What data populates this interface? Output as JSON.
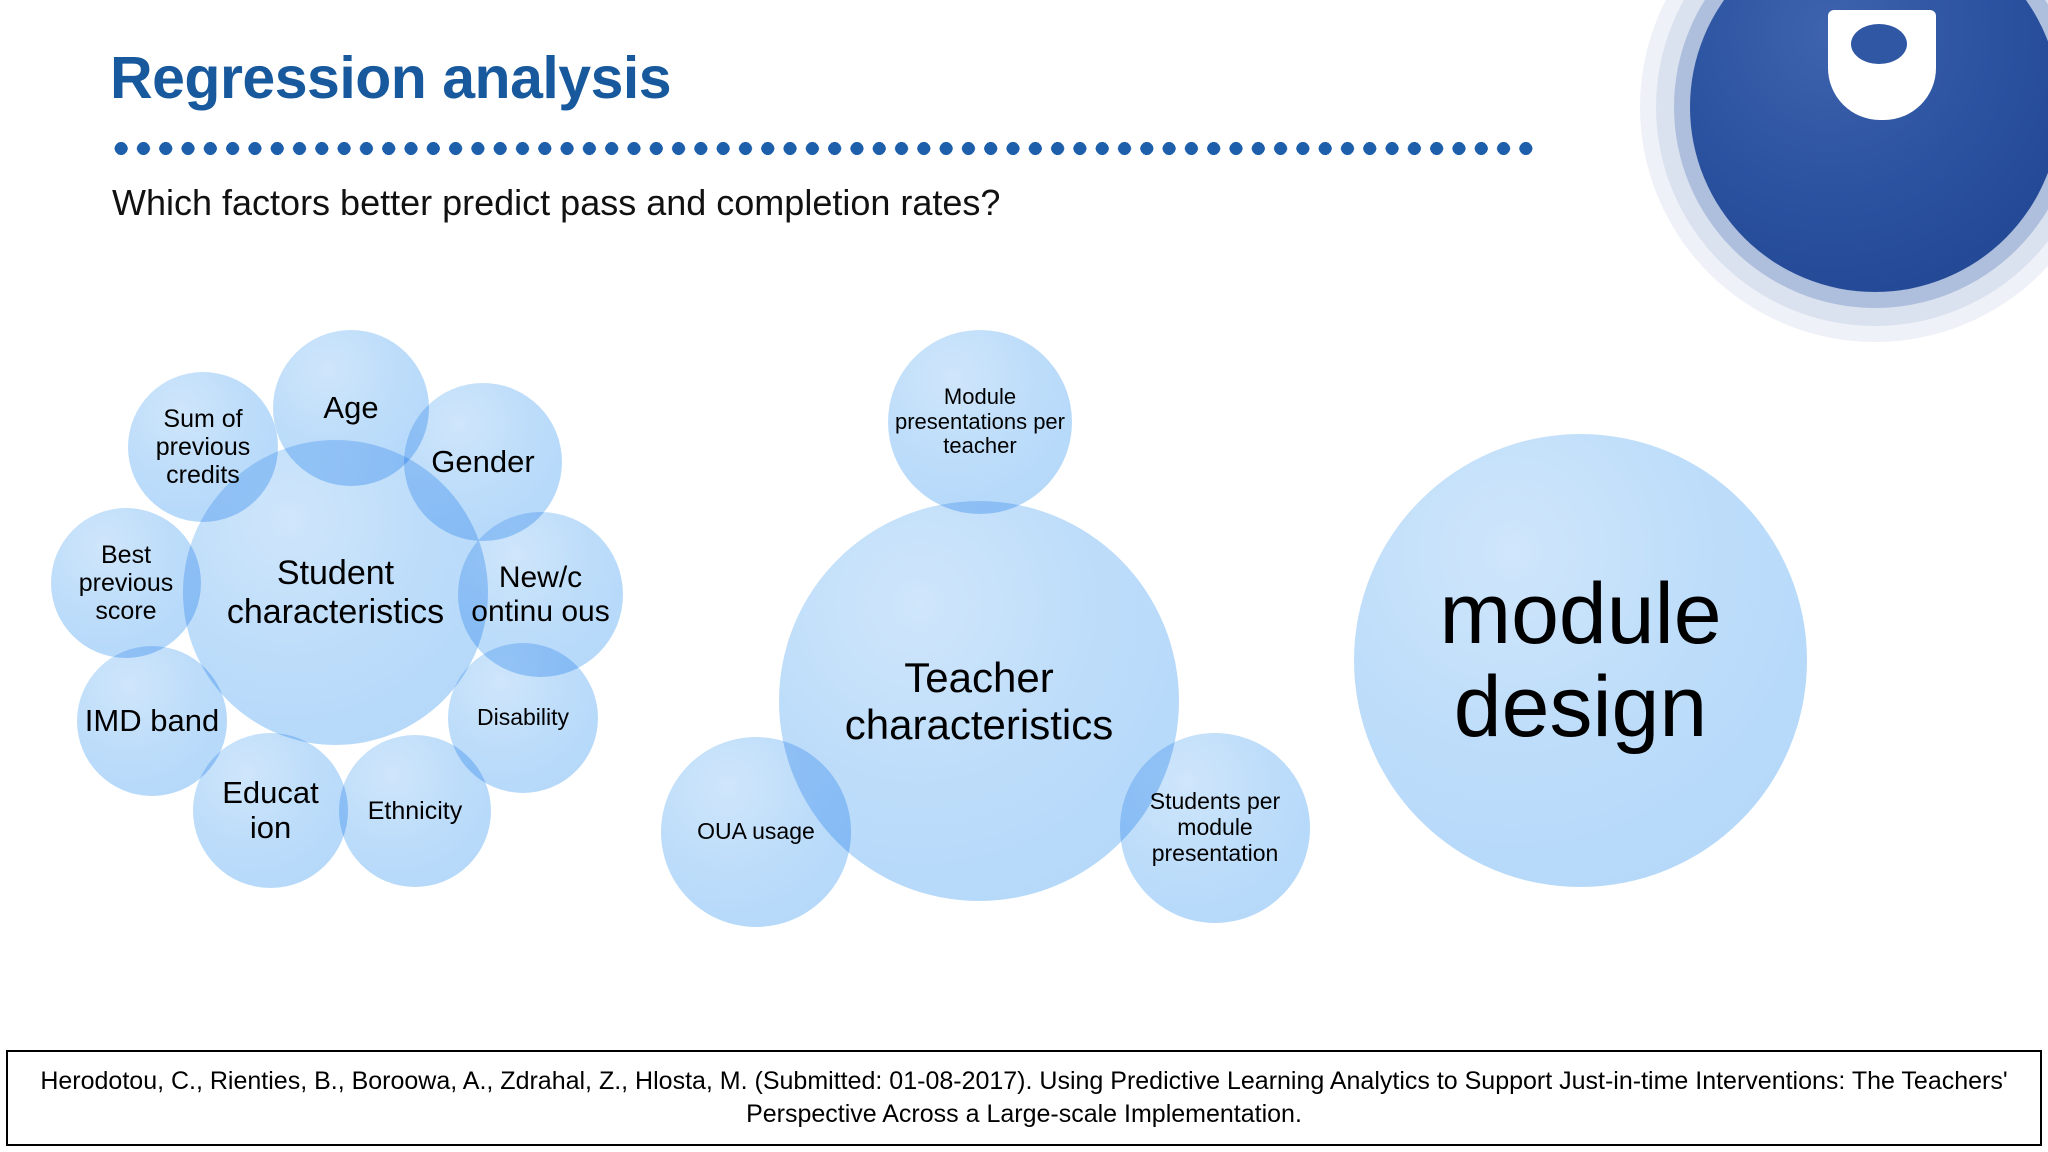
{
  "header": {
    "title": "Regression analysis",
    "subtitle": "Which factors better predict pass and completion rates?"
  },
  "logo": {
    "name": "The Open University",
    "colors": {
      "outer_ring": "#eef1f7",
      "second_ring": "#dbe2ef",
      "third_ring": "#aebedd",
      "core": "#2b53a0",
      "shield": "#ffffff"
    }
  },
  "colors": {
    "title_blue": "#17599c",
    "rule_blue": "#1d5faa",
    "bubble_fill": "#bcdcfa",
    "text_black": "#000000"
  },
  "diagram": {
    "clusters": [
      {
        "id": "student",
        "center_label": "Student characteristics",
        "satellites": [
          "Age",
          "Sum of previous credits",
          "Gender",
          "Best previous score",
          "New/c ontinu ous",
          "IMD band",
          "Disability",
          "Educat ion",
          "Ethnicity"
        ]
      },
      {
        "id": "teacher",
        "center_label": "Teacher characteristics",
        "satellites": [
          "Module presentations per teacher",
          "OUA usage",
          "Students per module presentation"
        ]
      },
      {
        "id": "module",
        "center_label": "module design",
        "satellites": []
      }
    ],
    "bubbles": {
      "age": "Age",
      "sum_previous_credits": "Sum of previous credits",
      "gender": "Gender",
      "best_previous_score": "Best previous score",
      "new_continuous": "New/c ontinu ous",
      "imd_band": "IMD band",
      "disability": "Disability",
      "education": "Educat ion",
      "ethnicity": "Ethnicity",
      "student_characteristics": "Student characteristics",
      "module_presentations_per_teacher": "Module presentations per teacher",
      "teacher_characteristics": "Teacher characteristics",
      "oua_usage": "OUA usage",
      "students_per_module_presentation": "Students per module presentation",
      "module_design": "module design"
    }
  },
  "footer": {
    "citation": "Herodotou, C., Rienties, B., Boroowa, A., Zdrahal, Z., Hlosta, M. (Submitted: 01-08-2017). Using Predictive Learning Analytics to Support Just-in-time Interventions: The Teachers' Perspective Across a Large-scale Implementation."
  }
}
